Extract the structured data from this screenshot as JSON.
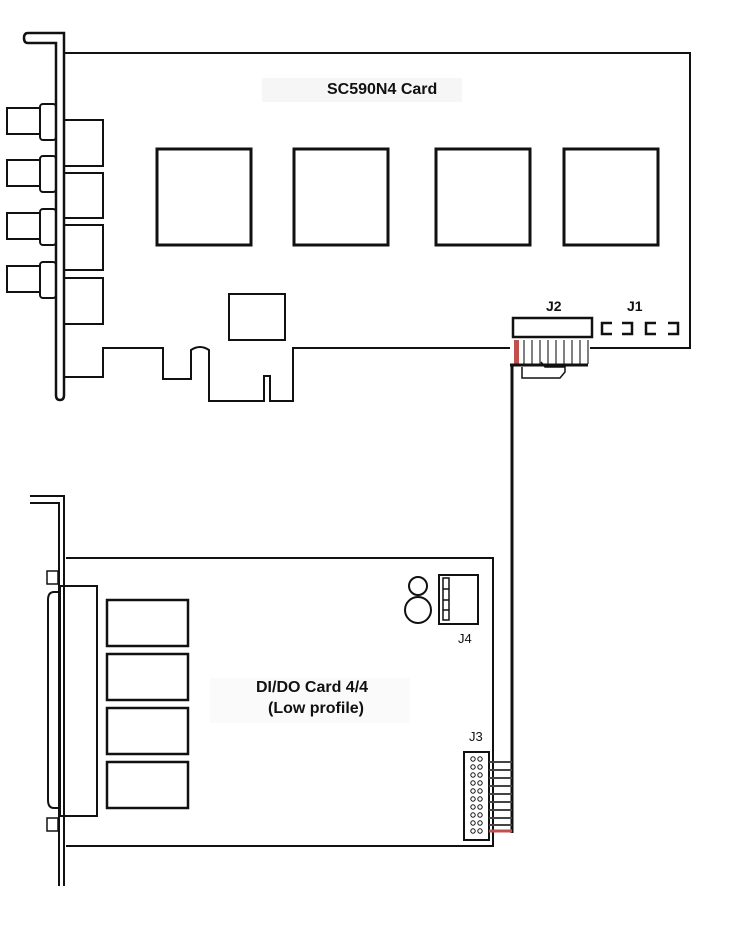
{
  "top_card": {
    "title": "SC590N4  Card",
    "connector_j2": "J2",
    "connector_j1": "J1"
  },
  "bottom_card": {
    "title_line1": "DI/DO Card 4/4",
    "title_line2": "(Low profile)",
    "connector_j4": "J4",
    "connector_j3": "J3"
  },
  "colors": {
    "line": "#111111",
    "pin1": "#c0504d"
  }
}
